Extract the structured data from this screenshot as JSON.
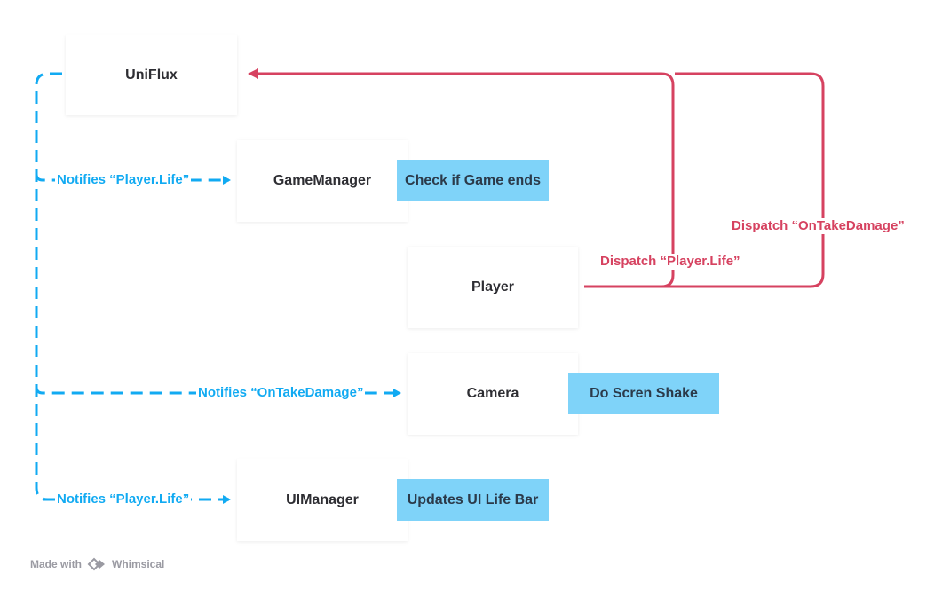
{
  "nodes": {
    "uniflux": "UniFlux",
    "gamemanager": "GameManager",
    "player": "Player",
    "camera": "Camera",
    "uimanager": "UIManager"
  },
  "actions": {
    "check_game_ends": "Check if Game ends",
    "screen_shake": "Do Scren Shake",
    "update_life_bar": "Updates UI Life Bar"
  },
  "edges": {
    "notify_gamemanager": "Notifies “Player.Life”",
    "notify_camera": "Notifies “OnTakeDamage”",
    "notify_uimanager": "Notifies “Player.Life”",
    "dispatch_life": "Dispatch “Player.Life”",
    "dispatch_damage": "Dispatch “OnTakeDamage”"
  },
  "footer": {
    "made_with": "Made with",
    "brand": "Whimsical"
  },
  "colors": {
    "notify": "#11aaf2",
    "dispatch": "#d64260",
    "action_fill": "#7fd3f9"
  }
}
